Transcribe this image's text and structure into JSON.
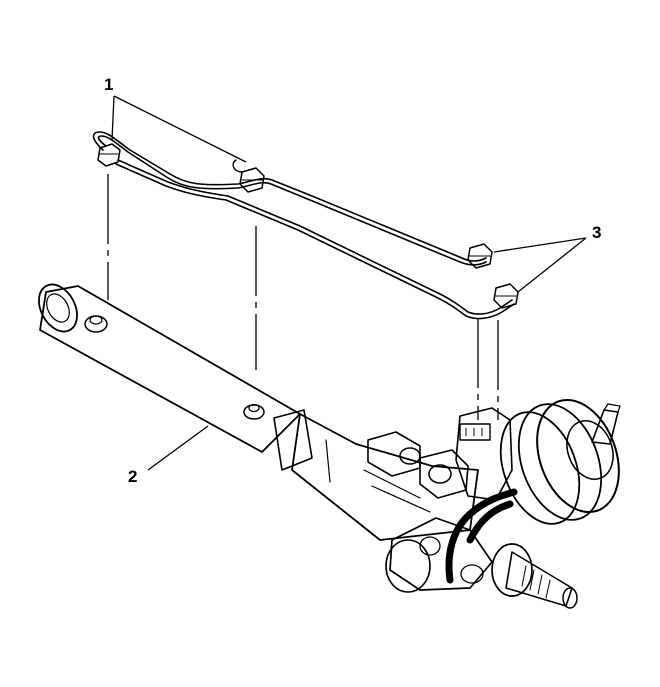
{
  "callouts": {
    "c1": "1",
    "c2": "2",
    "c3": "3"
  },
  "colors": {
    "line": "#000000",
    "background": "#ffffff",
    "shade": "#d9d9d9"
  }
}
